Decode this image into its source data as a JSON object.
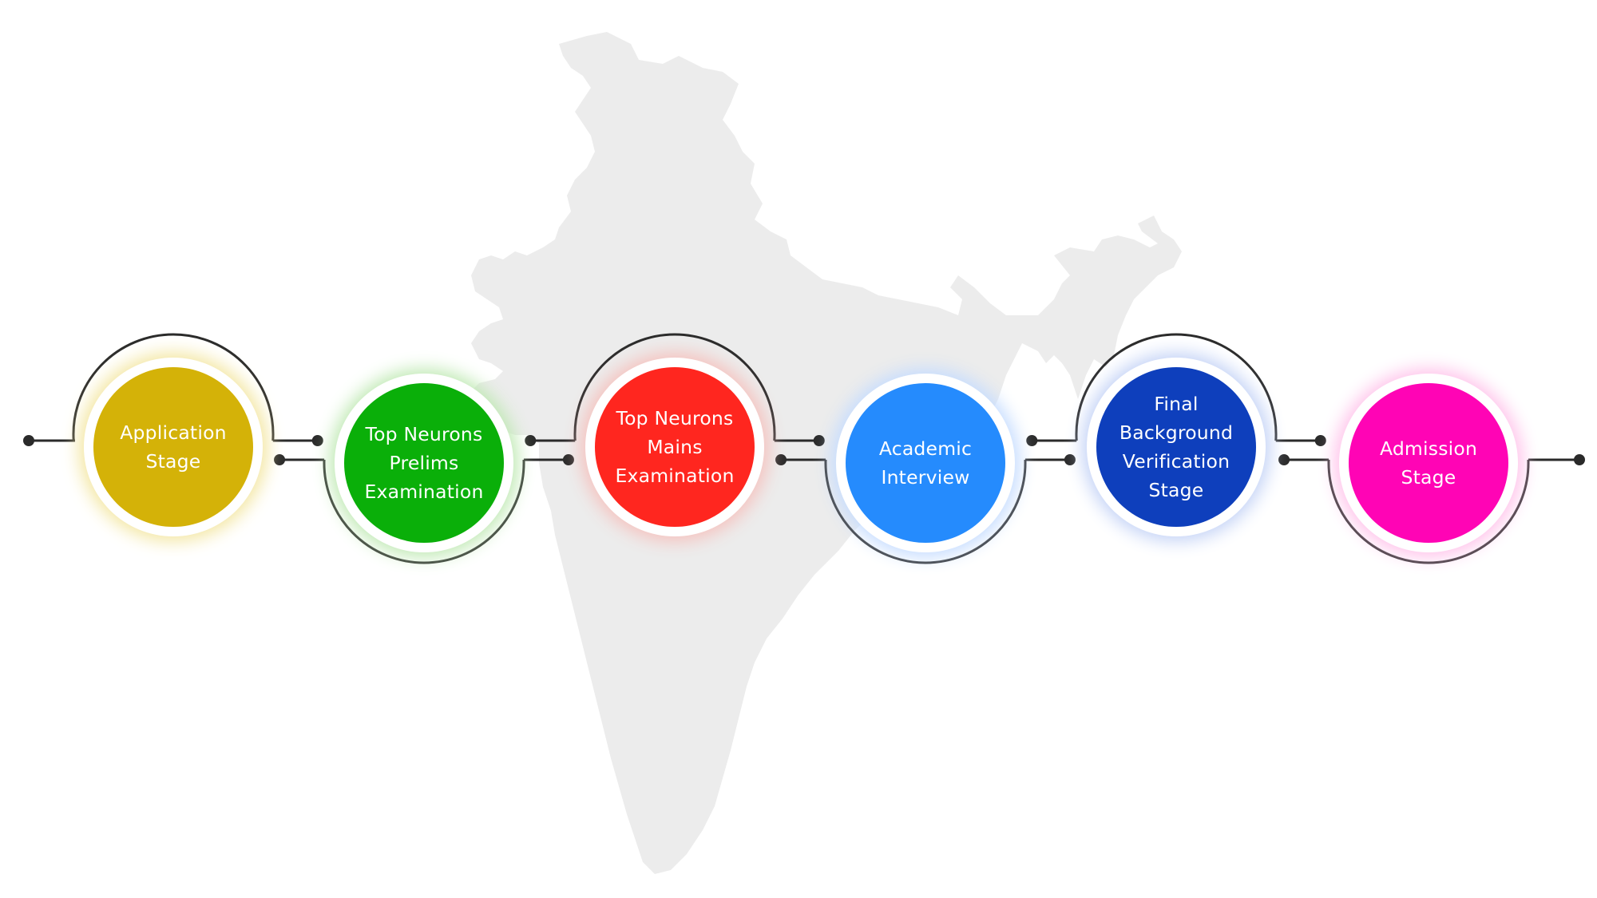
{
  "steps": [
    {
      "id": "application",
      "lines": [
        "Application",
        "Stage"
      ],
      "color": "#d4b208",
      "glow": "#f3e6a0"
    },
    {
      "id": "prelims",
      "lines": [
        "Top Neurons",
        "Prelims",
        "Examination"
      ],
      "color": "#0aaf09",
      "glow": "#bfe9b3"
    },
    {
      "id": "mains",
      "lines": [
        "Top Neurons",
        "Mains",
        "Examination"
      ],
      "color": "#ff261f",
      "glow": "#f6c1bd"
    },
    {
      "id": "interview",
      "lines": [
        "Academic",
        "Interview"
      ],
      "color": "#258bfd",
      "glow": "#c5dcff"
    },
    {
      "id": "verification",
      "lines": [
        "Final",
        "Background",
        "Verification",
        "Stage"
      ],
      "color": "#0e3fbc",
      "glow": "#c3d2f6"
    },
    {
      "id": "admission",
      "lines": [
        "Admission",
        "Stage"
      ],
      "color": "#ff04b5",
      "glow": "#ffc2ea"
    }
  ],
  "map": {
    "name": "india-map-silhouette",
    "color": "#ececec"
  },
  "connector_color": "#2a2a2a"
}
